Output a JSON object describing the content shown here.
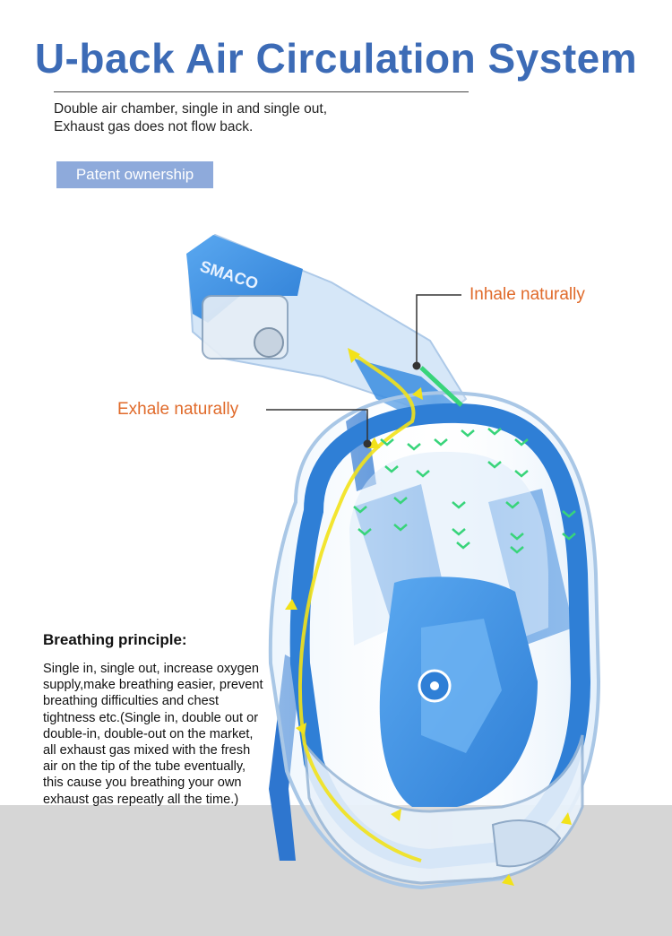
{
  "title": "U-back Air Circulation System",
  "subtitle": {
    "line1": "Double air chamber, single in and single out,",
    "line2": "Exhaust gas does not flow back."
  },
  "badge": "Patent ownership",
  "product": {
    "brand_logo_text": "SMACO"
  },
  "callouts": {
    "inhale": "Inhale naturally",
    "exhale": "Exhale naturally"
  },
  "breathing_principle": {
    "heading": "Breathing principle:",
    "body": "Single in, single out, increase oxygen supply,make breathing easier, prevent breathing difficulties and chest tightness etc.(Single in, double out or double-in, double-out on the market, all exhaust gas mixed with the fresh air on the tip of the tube eventually, this cause you breathing your own exhaust gas repeatly all the time.)"
  },
  "colors": {
    "title": "#3c6bb6",
    "badge_bg": "#8eaadb",
    "callout_text": "#e06a2a",
    "mask_blue": "#3d8ee0",
    "airflow_exhale": "#f2e21a",
    "airflow_inhale": "#38d47a",
    "floor": "#d6d6d6"
  }
}
